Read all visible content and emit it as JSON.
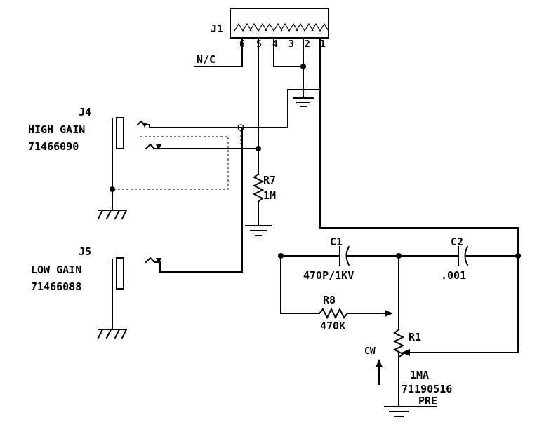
{
  "connector": {
    "ref": "J1",
    "pins": [
      "6",
      "5",
      "4",
      "3",
      "2",
      "1"
    ],
    "nc_label": "N/C"
  },
  "jack_high": {
    "ref": "J4",
    "name": "HIGH GAIN",
    "part": "71466090"
  },
  "jack_low": {
    "ref": "J5",
    "name": "LOW GAIN",
    "part": "71466088"
  },
  "r7": {
    "ref": "R7",
    "value": "1M"
  },
  "c1": {
    "ref": "C1",
    "value": "470P/1KV"
  },
  "c2": {
    "ref": "C2",
    "value": ".001"
  },
  "r8": {
    "ref": "R8",
    "value": "470K"
  },
  "r1": {
    "ref": "R1",
    "value": "1MA",
    "part": "71190516",
    "cw_label": "CW",
    "output_label": "PRE"
  }
}
